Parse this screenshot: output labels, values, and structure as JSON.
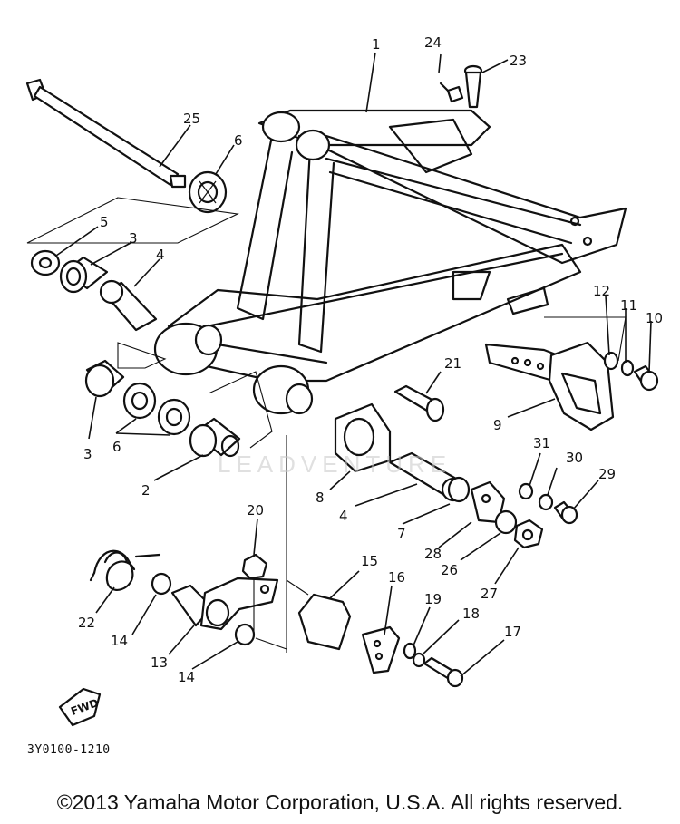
{
  "diagram": {
    "drawing_code": "3Y0100-1210",
    "fwd_label": "FWD",
    "watermark": "LEADVENTURE",
    "copyright": "©2013 Yamaha Motor Corporation, U.S.A. All rights reserved.",
    "callouts": [
      "1",
      "2",
      "3",
      "3",
      "4",
      "4",
      "5",
      "6",
      "6",
      "7",
      "8",
      "9",
      "10",
      "11",
      "12",
      "13",
      "14",
      "14",
      "15",
      "16",
      "17",
      "18",
      "19",
      "20",
      "21",
      "22",
      "23",
      "24",
      "25",
      "26",
      "27",
      "28",
      "29",
      "30",
      "31"
    ]
  }
}
